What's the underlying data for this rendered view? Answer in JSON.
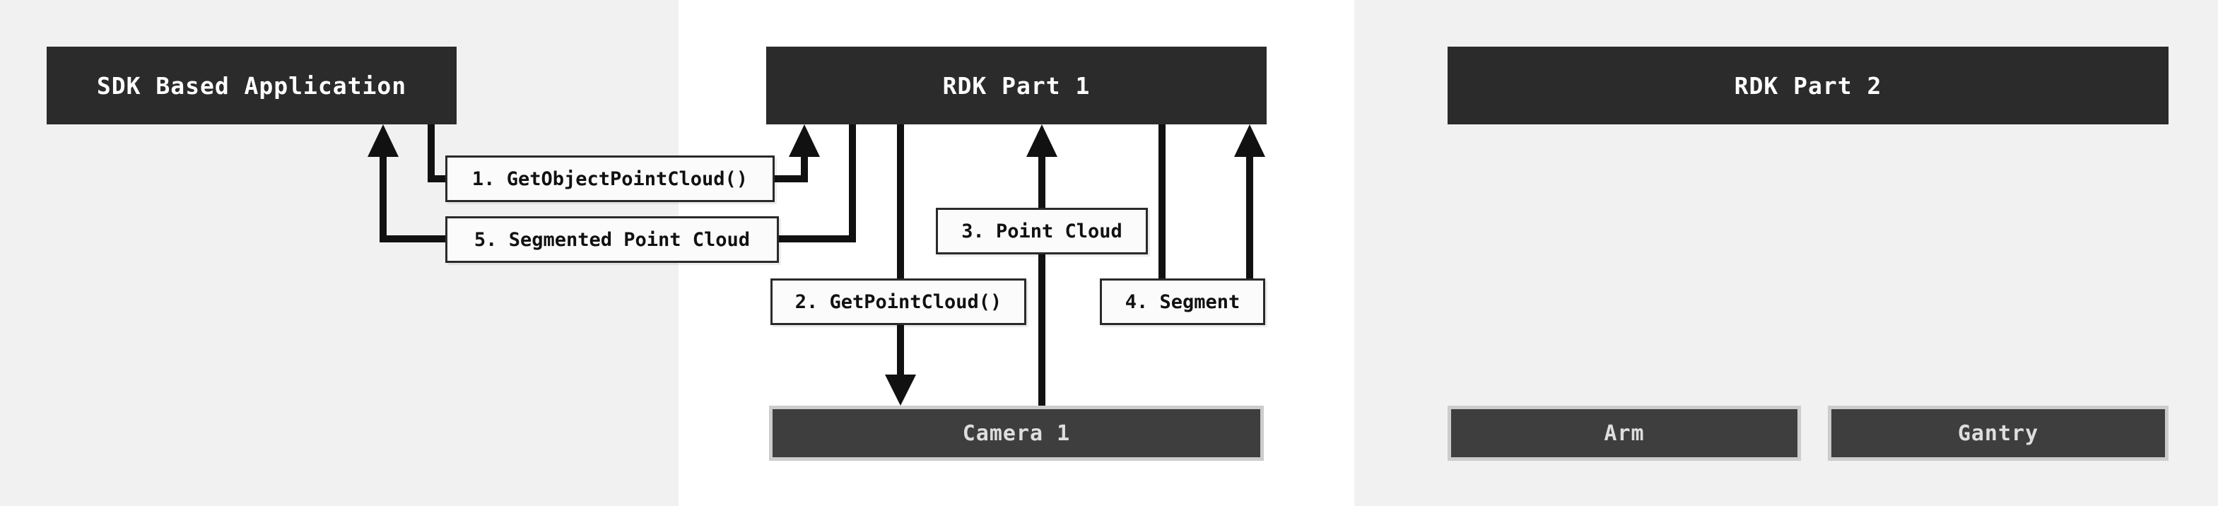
{
  "diagram": {
    "nodes": {
      "sdk_app": "SDK Based Application",
      "rdk_part1": "RDK Part 1",
      "rdk_part2": "RDK Part 2",
      "camera1": "Camera 1",
      "arm": "Arm",
      "gantry": "Gantry"
    },
    "edges": {
      "e1": "1. GetObjectPointCloud()",
      "e2": "2. GetPointCloud()",
      "e3": "3. Point Cloud",
      "e4": "4. Segment",
      "e5": "5. Segmented Point Cloud"
    },
    "colors": {
      "header_box_bg": "#2b2b2b",
      "header_box_text": "#ffffff",
      "component_box_bg": "#3e3e3e",
      "component_box_border": "#cccccc",
      "component_box_text": "#dedede",
      "edge_label_bg": "#fbfbfb",
      "edge_label_border": "#2a2a2a",
      "arrow": "#111111",
      "band_light": "#f1f1f1",
      "band_white": "#ffffff"
    }
  }
}
